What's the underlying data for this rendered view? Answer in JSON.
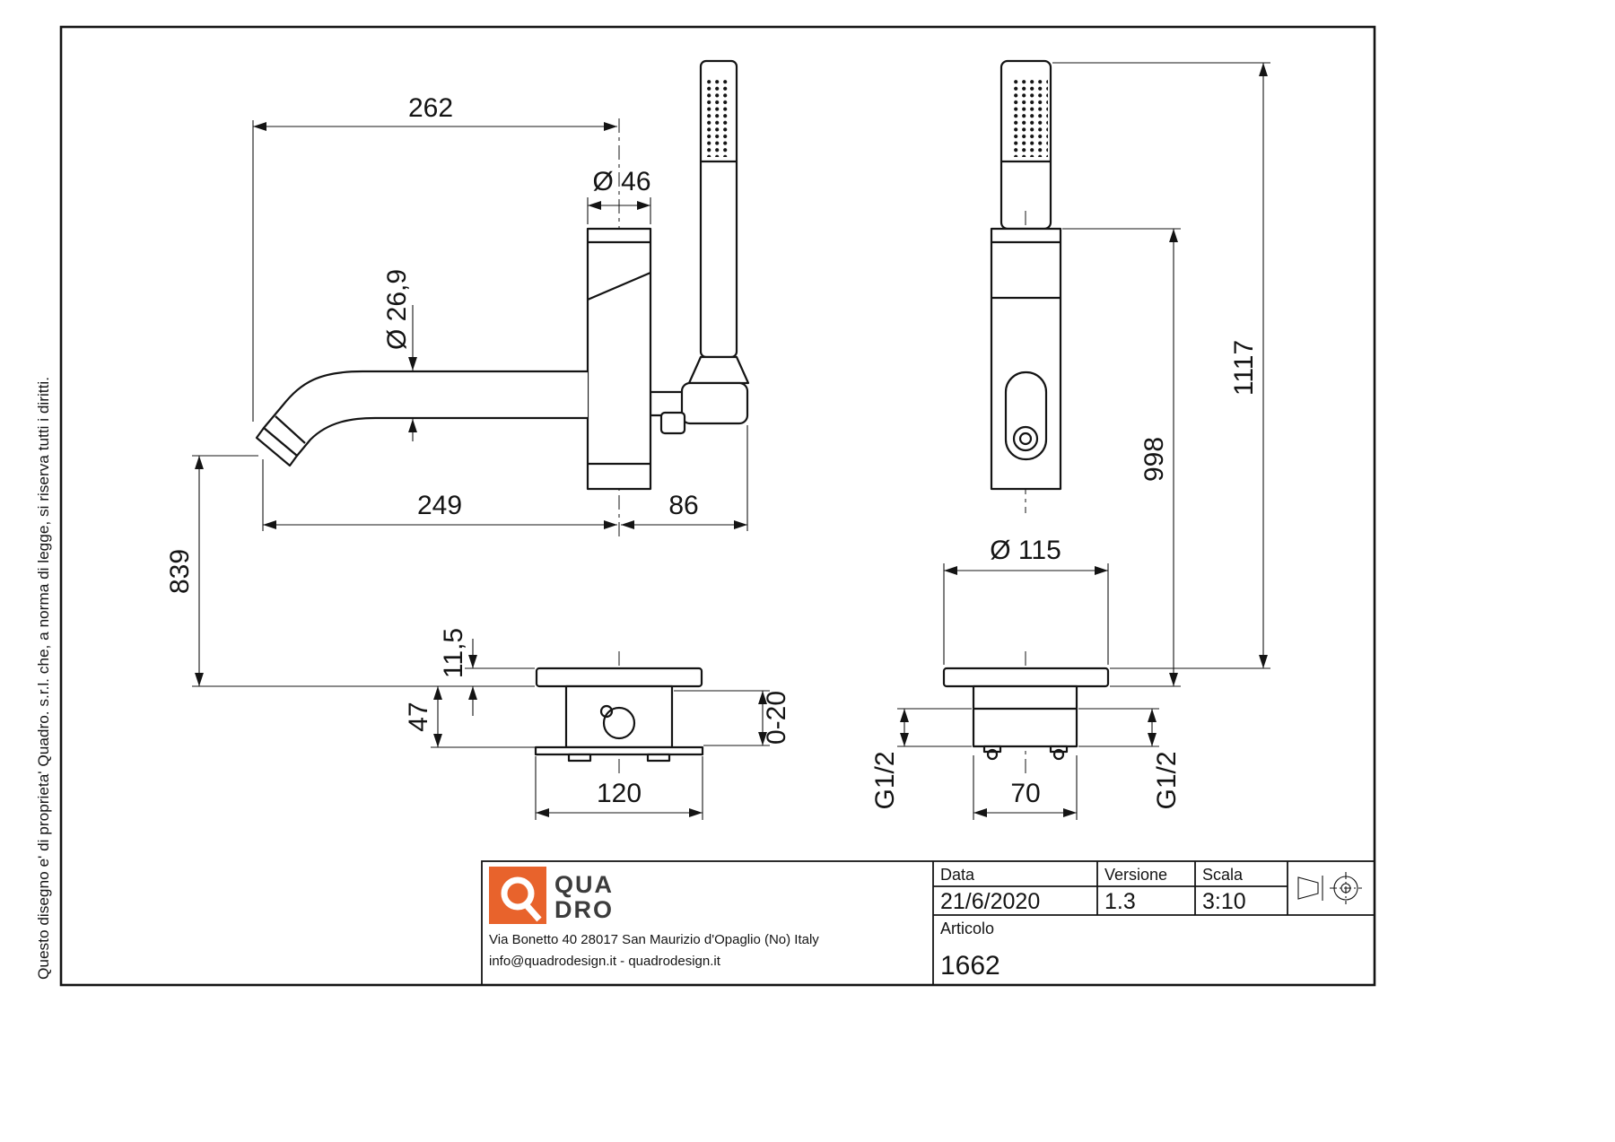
{
  "sheet": {
    "copyright": "Questo disegno e' di proprieta' Quadro. s.r.l. che, a norma di legge, si riserva tutti i diritti."
  },
  "dims": {
    "side": {
      "top_width": "262",
      "body_diameter": "Ø 46",
      "spout_diameter": "Ø 26,9",
      "spout_reach": "249",
      "holder_offset": "86",
      "height": "839",
      "plate_thickness": "11,5",
      "body_depth": "47",
      "adjust_range": "0-20",
      "plate_width": "120"
    },
    "front": {
      "total_height": "1117",
      "upper_height": "998",
      "flange_diameter": "Ø 115",
      "body_width": "70",
      "thread_left": "G1/2",
      "thread_right": "G1/2"
    }
  },
  "title_block": {
    "logo_text_top": "QUA",
    "logo_text_bottom": "DRO",
    "logo_color": "#e8632c",
    "address_line1": "Via Bonetto 40  28017 San Maurizio d'Opaglio (No) Italy",
    "address_line2": "info@quadrodesign.it  -  quadrodesign.it",
    "date_label": "Data",
    "date_value": "21/6/2020",
    "version_label": "Versione",
    "version_value": "1.3",
    "scale_label": "Scala",
    "scale_value": "3:10",
    "article_label": "Articolo",
    "article_value": "1662"
  }
}
